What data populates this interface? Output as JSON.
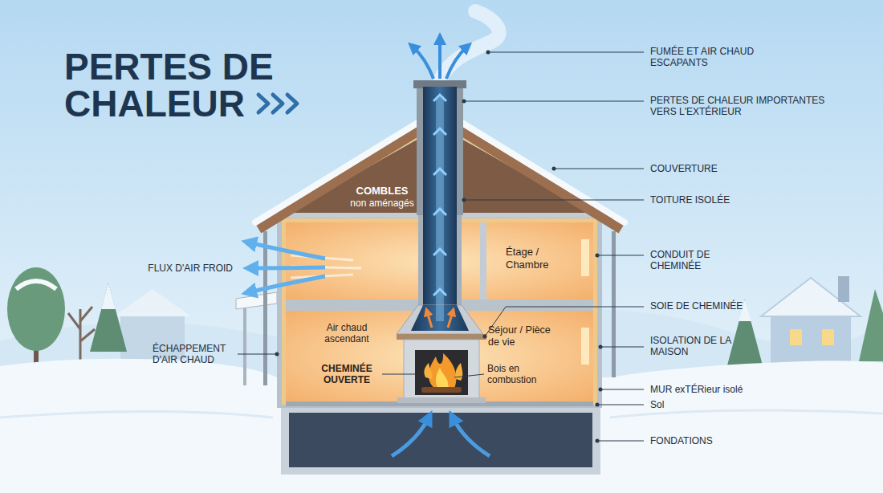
{
  "diagram": {
    "title": "PERTES DE CHALEUR",
    "nodes": [
      {
        "text": [
          "COMBLES",
          "non aménagés"
        ]
      },
      {
        "text": [
          "Étage / Chambre"
        ]
      },
      {
        "text": [
          "Séjour / Pièce de vie"
        ]
      }
    ],
    "labels": [
      "FUMÉE ET AIR CHAUD ESCAPANTS",
      "PERTES DE CHALEUR IMPORTANTES VERS L'EXTÉRIEUR",
      "COUVERTURE",
      "TOITURE ISOLÉE",
      "CONDUIT DE CHEMINÉE",
      "FLUX D'AIR FROID",
      "SOIE DE CHEMINÉE",
      "Air chaud ascendant",
      "ISOLATION DE LA MAISON",
      "ÉCHAPPEMENT D'AIR CHAUD",
      "CHEMINÉE OUVERTE",
      "Bois en combustion",
      "MUR exTÉRieur isolé",
      "Sol",
      "FONDATIONS"
    ]
  }
}
